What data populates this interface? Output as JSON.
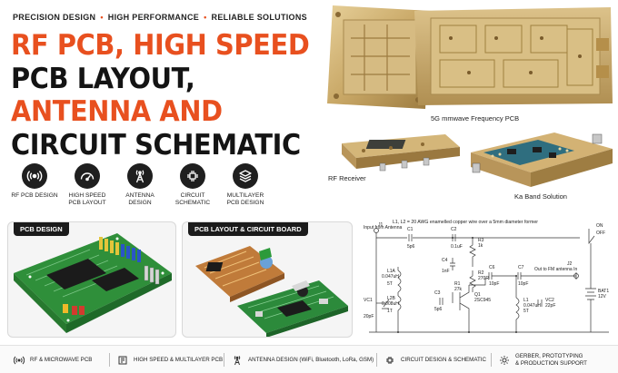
{
  "tagline": [
    "PRECISION DESIGN",
    "HIGH PERFORMANCE",
    "RELIABLE SOLUTIONS"
  ],
  "headline": {
    "line1": "RF PCB, HIGH SPEED",
    "line2": "PCB LAYOUT,",
    "line3": "ANTENNA AND",
    "line4": "CIRCUIT SCHEMATIC"
  },
  "features": [
    {
      "icon": "antenna-signal-icon",
      "line1": "RF PCB DESIGN",
      "line2": ""
    },
    {
      "icon": "speedometer-icon",
      "line1": "HIGH SPEED",
      "line2": "PCB LAYOUT"
    },
    {
      "icon": "tower-antenna-icon",
      "line1": "ANTENNA",
      "line2": "DESIGN"
    },
    {
      "icon": "circuit-icon",
      "line1": "CIRCUIT",
      "line2": "SCHEMATIC"
    },
    {
      "icon": "layers-icon",
      "line1": "MULTILAYER",
      "line2": "PCB DESIGN"
    }
  ],
  "photos": {
    "mmwave": "5G mmwave Frequency PCB",
    "rf_receiver": "RF Receiver",
    "ka_band": "Ka Band Solution"
  },
  "panels": {
    "pcb_design": "PCB DESIGN",
    "layout_board": "PCB LAYOUT & CIRCUIT BOARD"
  },
  "schematic": {
    "title": "L1, L2 = 20 AWG enamelled copper wire over a 5mm diameter former",
    "input": "Input from Antenna",
    "output": "Out to FM antenna In",
    "j1": "J1",
    "j2": "J2",
    "c1": "C1",
    "c1v": "5p6",
    "c2": "C2",
    "c2v": "0.1uF",
    "c3": "C3",
    "c3v": "5p6",
    "c4": "C4",
    "c4v": "1nF",
    "c6": "C6",
    "c6v": "10pF",
    "c7": "C7",
    "c7v": "10pF",
    "r1": "R1",
    "r1v": "27k",
    "r2": "R2",
    "r2v": "270R",
    "r3": "R3",
    "r3v": "1k",
    "l1a": "L1A",
    "l1av": "0.047uH",
    "l1at": "5T",
    "l2b": "L2B",
    "l2bv": "0.008uH",
    "l2bt": "1T",
    "l1": "L1",
    "l1v": "0.047uH",
    "l1t": "5T",
    "vc1": "VC1",
    "vc1v": "20pF",
    "vc2": "VC2",
    "vc2v": "22pF",
    "q1": "Q1",
    "q1v": "2SC945",
    "sw": "ON",
    "sw2": "OFF",
    "bat": "BAT1",
    "batv": "12V"
  },
  "bottom": [
    "RF & MICROWAVE PCB",
    "HIGH SPEED & MULTILAYER PCB",
    "ANTENNA DESIGN (WiFi, Bluetooth, LoRa, GSM)",
    "CIRCUIT DESIGN & SCHEMATIC",
    "GERBER, PROTOTYPING",
    "& PRODUCTION SUPPORT"
  ],
  "colors": {
    "accent": "#e8501f",
    "dark": "#141414",
    "gold": "#c9a867",
    "pcb_green": "#2f8f3a"
  }
}
